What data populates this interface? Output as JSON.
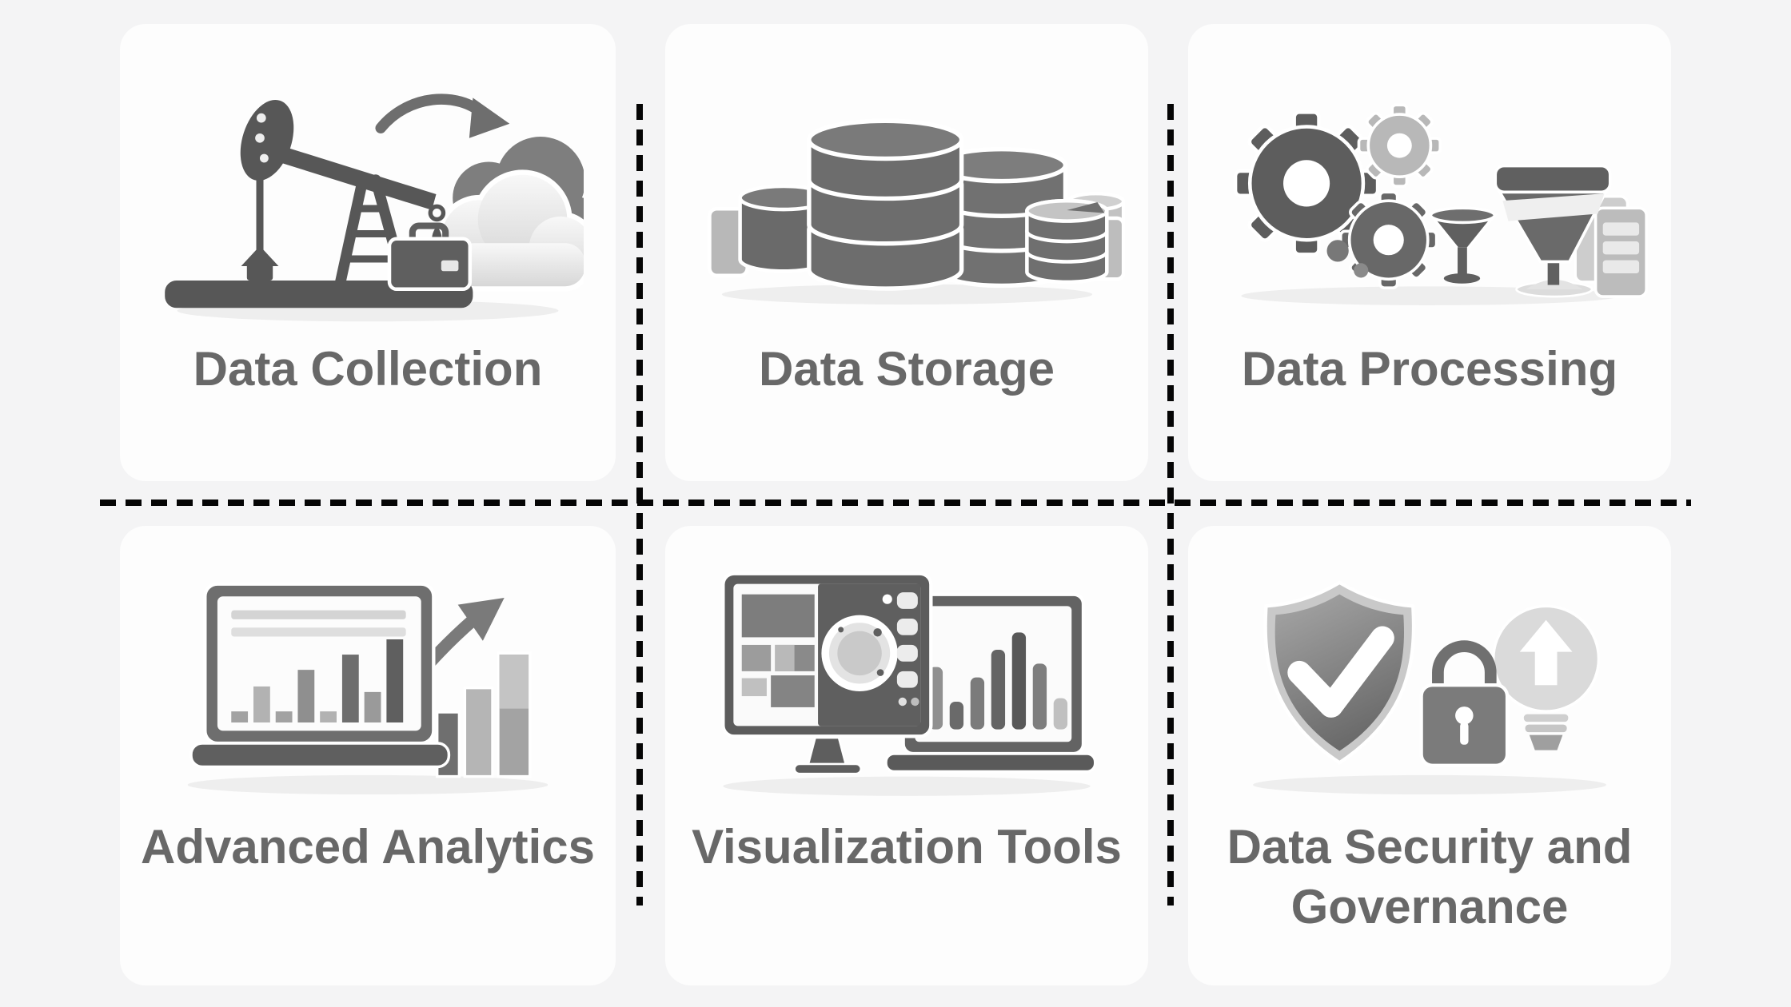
{
  "colors": {
    "page_background": "#f4f4f5",
    "card_background": "#fdfdfd",
    "divider_black": "#050505",
    "label_gray": "#686868",
    "icon_dark_gray": "#5d5d5d",
    "icon_mid_gray": "#7a7a7a",
    "icon_light_gray": "#bdbdbd",
    "icon_pale_gray": "#e6e6e6"
  },
  "cells": [
    {
      "label": "Data Collection",
      "icon": "oil-pump-jack-to-cloud-icon"
    },
    {
      "label": "Data Storage",
      "icon": "database-cylinder-stack-icon"
    },
    {
      "label": "Data Processing",
      "icon": "gears-funnel-document-icon"
    },
    {
      "label": "Advanced Analytics",
      "icon": "laptop-bar-chart-growth-arrow-icon"
    },
    {
      "label": "Visualization Tools",
      "icon": "monitor-dashboard-laptop-icon"
    },
    {
      "label": "Data Security and Governance",
      "icon": "shield-check-lock-lightbulb-icon"
    }
  ]
}
